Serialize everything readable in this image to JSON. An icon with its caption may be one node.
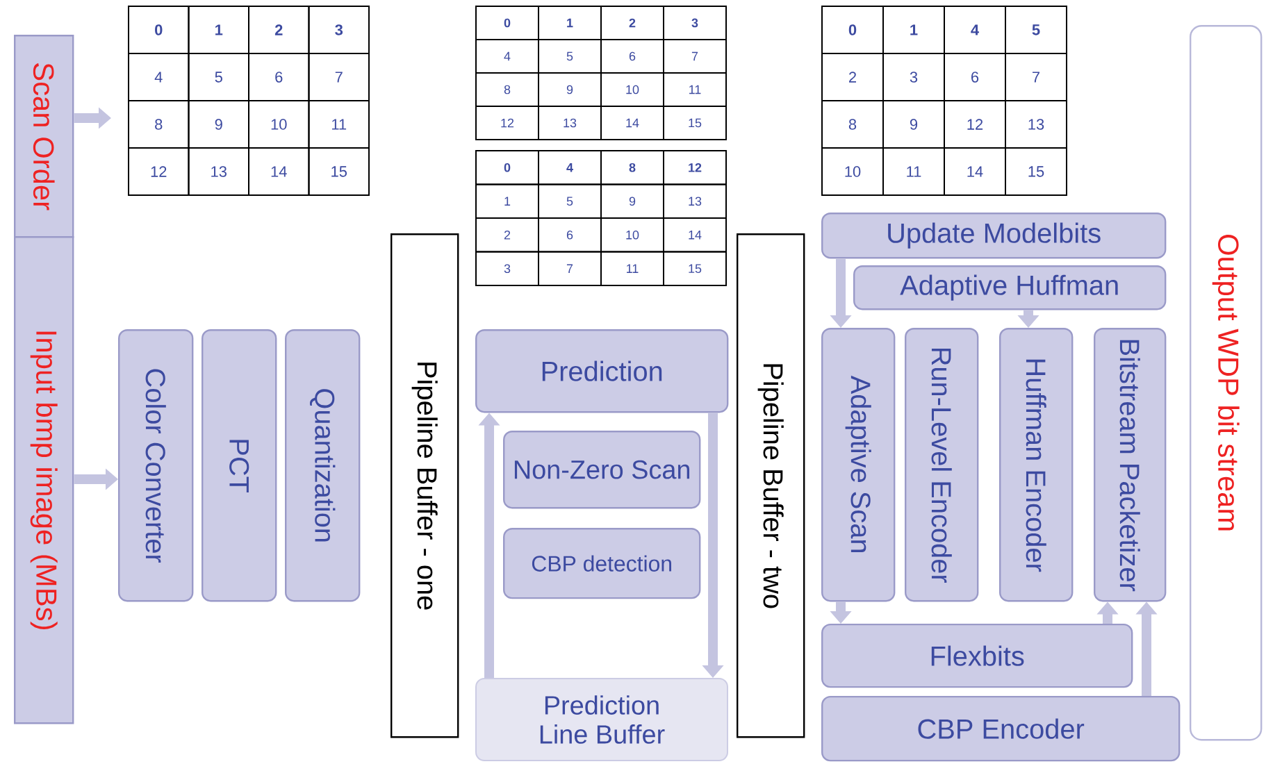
{
  "diagram": {
    "nodes": [
      {
        "text": [
          "Scan Order"
        ]
      },
      {
        "text": [
          "Input bmp image (MBs)"
        ]
      },
      {
        "text": [
          "Color Converter"
        ]
      },
      {
        "text": [
          "PCT"
        ]
      },
      {
        "text": [
          "Quantization"
        ]
      },
      {
        "text": [
          "Pipeline Buffer - one"
        ]
      },
      {
        "text": [
          "Prediction"
        ]
      },
      {
        "text": [
          "Non-Zero Scan"
        ]
      },
      {
        "text": [
          "CBP detection"
        ]
      },
      {
        "text": [
          "Prediction Line Buffer"
        ]
      },
      {
        "text": [
          "Pipeline Buffer - two"
        ]
      },
      {
        "text": [
          "Update Modelbits"
        ]
      },
      {
        "text": [
          "Adaptive Huffman"
        ]
      },
      {
        "text": [
          "Adaptive Scan"
        ]
      },
      {
        "text": [
          "Run-Level Encoder"
        ]
      },
      {
        "text": [
          "Huffman Encoder"
        ]
      },
      {
        "text": [
          "Bitstream Packetizer"
        ]
      },
      {
        "text": [
          "Flexbits"
        ]
      },
      {
        "text": [
          "CBP Encoder"
        ]
      },
      {
        "text": [
          "Output WDP bit stream"
        ]
      }
    ],
    "edges": [
      {
        "from": 0,
        "to": null,
        "arrow": "to"
      },
      {
        "from": 1,
        "to": 2,
        "arrow": "to"
      },
      {
        "from": 9,
        "to": 6,
        "arrow": "to"
      },
      {
        "from": 6,
        "to": 9,
        "arrow": "to"
      },
      {
        "from": 11,
        "to": 13,
        "arrow": "to"
      },
      {
        "from": 12,
        "to": 15,
        "arrow": "to"
      },
      {
        "from": 13,
        "to": 17,
        "arrow": "to"
      },
      {
        "from": 17,
        "to": 16,
        "arrow": "to"
      },
      {
        "from": 18,
        "to": 16,
        "arrow": "to"
      }
    ],
    "labels": [
      "0",
      "1",
      "2",
      "3",
      "4",
      "5",
      "6",
      "7",
      "8",
      "9",
      "10",
      "11",
      "12",
      "13",
      "14",
      "15",
      "0",
      "1",
      "2",
      "3",
      "4",
      "5",
      "6",
      "7",
      "8",
      "9",
      "10",
      "11",
      "12",
      "13",
      "14",
      "15",
      "0",
      "4",
      "8",
      "12",
      "1",
      "5",
      "9",
      "13",
      "2",
      "6",
      "10",
      "14",
      "3",
      "7",
      "11",
      "15",
      "0",
      "1",
      "4",
      "5",
      "2",
      "3",
      "6",
      "7",
      "8",
      "9",
      "12",
      "13",
      "10",
      "11",
      "14",
      "15"
    ]
  }
}
